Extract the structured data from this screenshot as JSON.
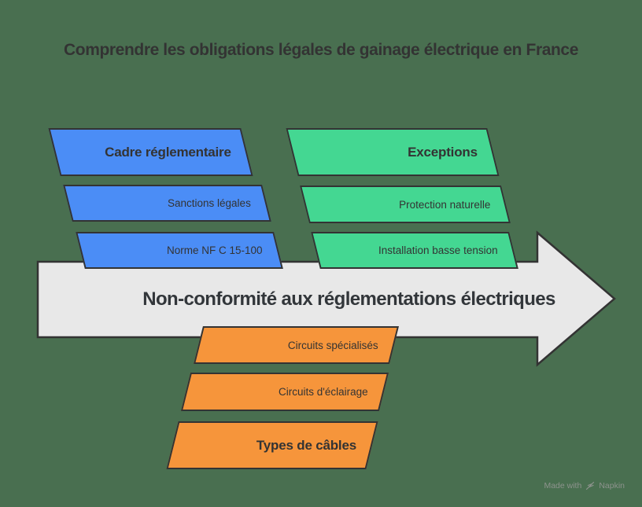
{
  "title": "Comprendre les obligations légales de gainage électrique en France",
  "arrow": {
    "label": "Non-conformité aux réglementations électriques"
  },
  "boxes": {
    "cadre": {
      "label": "Cadre réglementaire"
    },
    "sanctions": {
      "label": "Sanctions légales"
    },
    "norme": {
      "label": "Norme NF C 15-100"
    },
    "exceptions": {
      "label": "Exceptions"
    },
    "protection": {
      "label": "Protection naturelle"
    },
    "installation": {
      "label": "Installation basse tension"
    },
    "circuits_specialises": {
      "label": "Circuits spécialisés"
    },
    "circuits_eclairage": {
      "label": "Circuits d'éclairage"
    },
    "types_cables": {
      "label": "Types de câbles"
    }
  },
  "watermark": {
    "prefix": "Made with",
    "brand": "Napkin"
  },
  "colors": {
    "background": "#496F50",
    "blue": "#4B8DF6",
    "green": "#44D792",
    "orange": "#F6953B",
    "arrow_fill": "#E8E8E8",
    "border": "#333333",
    "text": "#333333",
    "watermark_text": "#8D938D"
  }
}
